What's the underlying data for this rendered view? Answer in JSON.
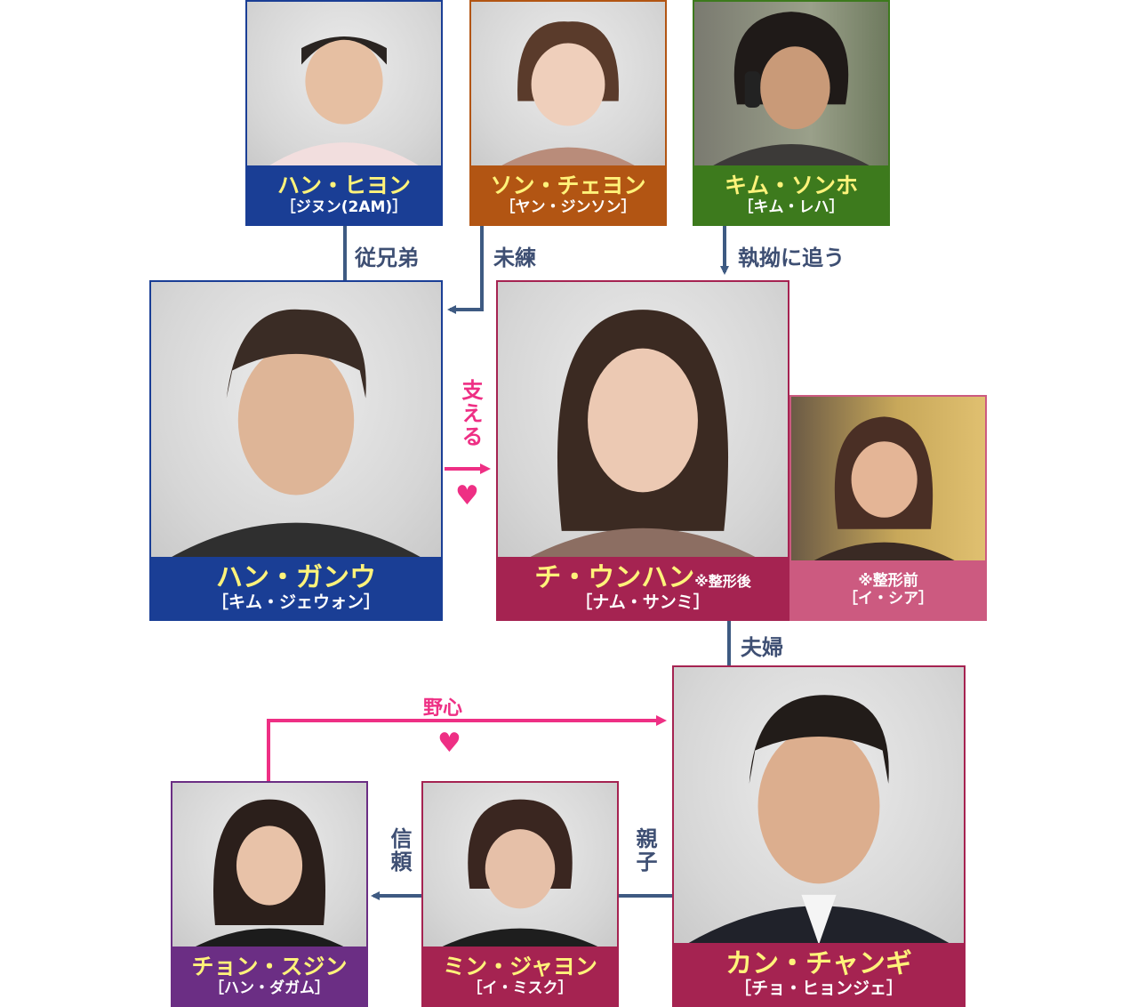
{
  "colors": {
    "blue": "#1a3e95",
    "orange": "#b25513",
    "green": "#3d7a1d",
    "crimson": "#a52351",
    "rose": "#cc5a80",
    "purple": "#6b2e84",
    "line": "#3e5a82",
    "pink": "#ee2f84"
  },
  "characters": {
    "han_hyeon": {
      "name": "ハン・ヒヨン",
      "actor": "［ジヌン(2AM)］"
    },
    "son_chaeyon": {
      "name": "ソン・チェヨン",
      "actor": "［ヤン・ジンソン］"
    },
    "kim_sonho": {
      "name": "キム・ソンホ",
      "actor": "［キム・レハ］"
    },
    "han_ganu": {
      "name": "ハン・ガンウ",
      "actor": "［キム・ジェウォン］"
    },
    "chi_unhan": {
      "name": "チ・ウンハン",
      "note": "※整形後",
      "actor": "［ナム・サンミ］"
    },
    "chi_unhan_before": {
      "note": "※整形前",
      "actor": "［イ・シア］"
    },
    "kan_changi": {
      "name": "カン・チャンギ",
      "actor": "［チョ・ヒョンジェ］"
    },
    "min_jayon": {
      "name": "ミン・ジャヨン",
      "actor": "［イ・ミスク］"
    },
    "chon_sujin": {
      "name": "チョン・スジン",
      "actor": "［ハン・ダガム］"
    }
  },
  "relations": {
    "cousins": "従兄弟",
    "lingering": "未練",
    "pursue": "執拗に追う",
    "support": "支える",
    "couple": "夫婦",
    "ambition": "野心",
    "parent_child": "親子",
    "trust": "信頼"
  },
  "icons": {
    "heart": "heart-icon"
  }
}
